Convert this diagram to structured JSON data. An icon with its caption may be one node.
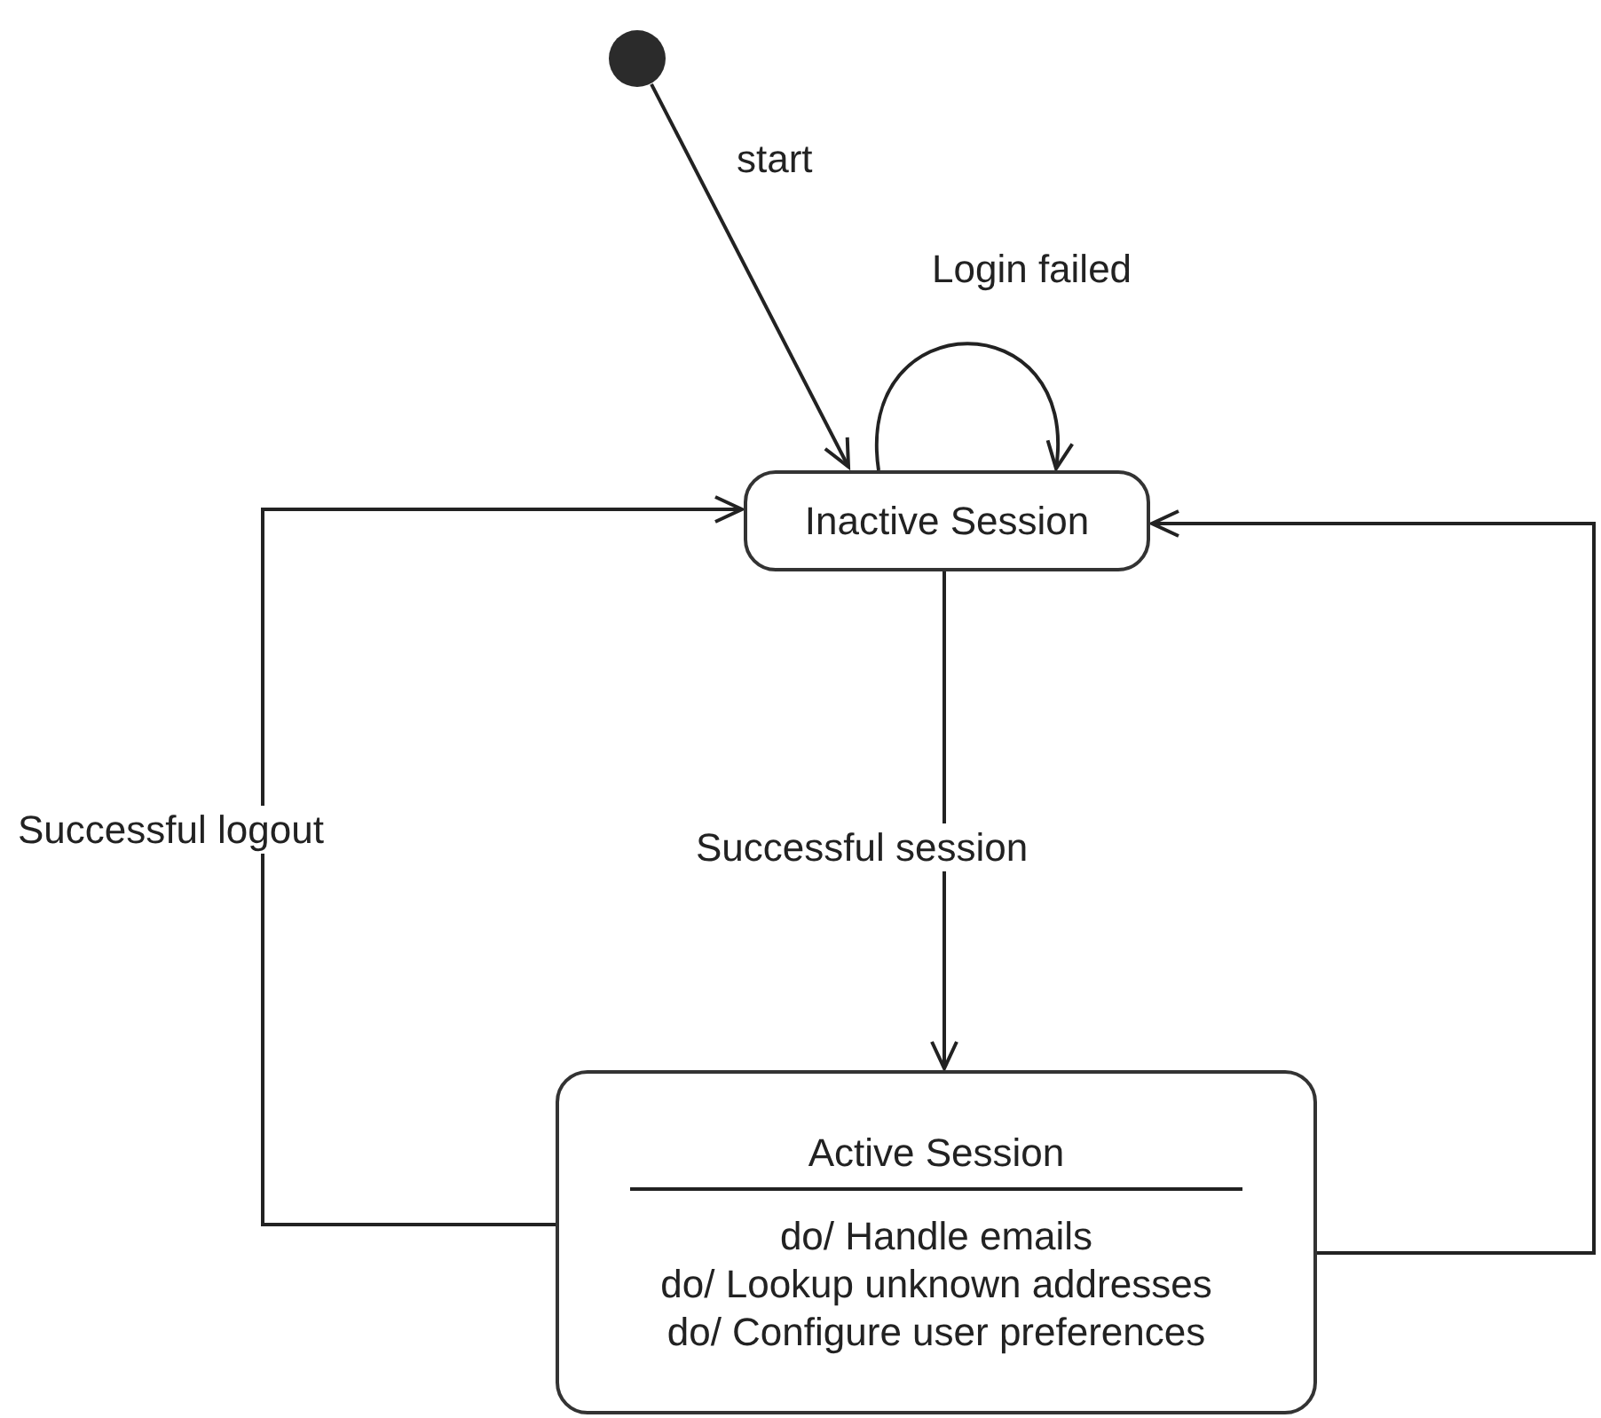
{
  "diagram": {
    "nodes": [
      {
        "text": [],
        "shape": "circle"
      },
      {
        "text": [
          "Inactive Session"
        ]
      },
      {
        "text": [
          "Active Session",
          "do/ Handle emails",
          "do/ Lookup unknown addresses",
          "do/ Configure user preferences"
        ]
      }
    ],
    "edges": [
      {
        "from": 0,
        "to": 1,
        "arrow": "to",
        "label": "start"
      },
      {
        "from": 1,
        "to": 1,
        "arrow": "to",
        "label": "Login failed"
      },
      {
        "from": 1,
        "to": 2,
        "arrow": "to",
        "label": "Successful session"
      },
      {
        "from": 2,
        "to": 1,
        "arrow": "to",
        "label": "Successful logout"
      },
      {
        "from": 2,
        "to": 1,
        "arrow": "to"
      }
    ]
  }
}
